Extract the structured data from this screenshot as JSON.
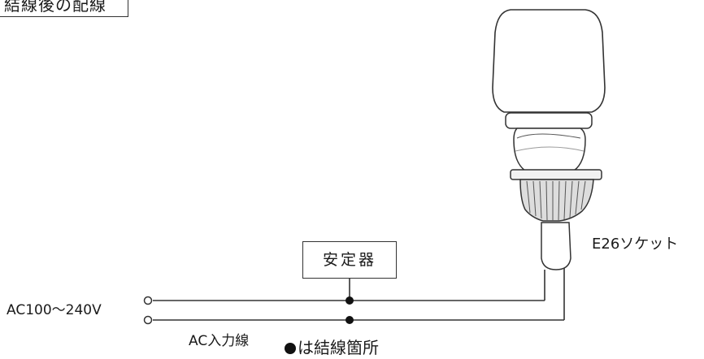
{
  "title": "結線後の配線",
  "ballast_label": "安定器",
  "ac_voltage_label": "AC100～240V",
  "ac_wire_label": "AC入力線",
  "socket_label": "E26ソケット",
  "legend_text": "は結線箇所"
}
